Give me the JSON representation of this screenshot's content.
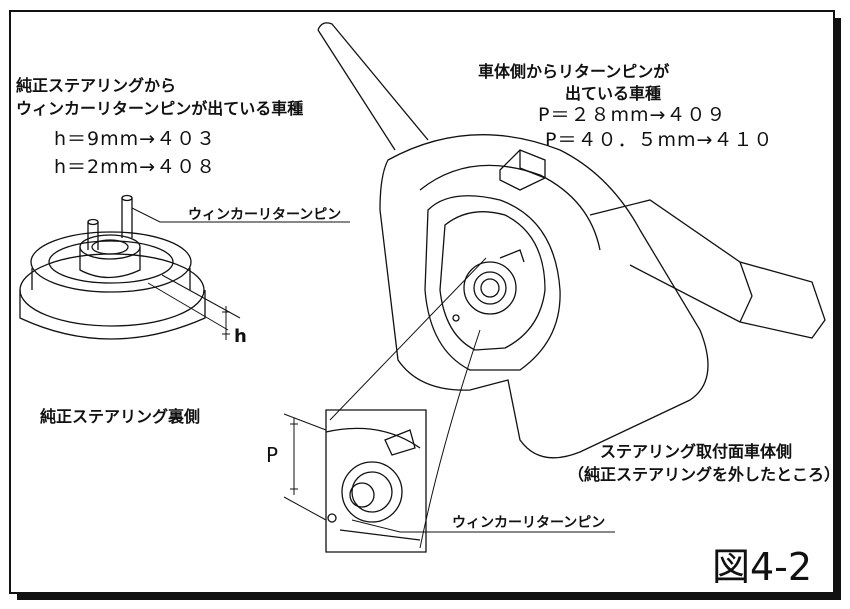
{
  "diagram": {
    "figure_label": "図4-2",
    "left_heading": {
      "line1": "純正ステアリングから",
      "line2": "ウィンカーリターンピンが出ている車種",
      "spec1": "h＝9mm→４０３",
      "spec2": "h＝2mm→４０８"
    },
    "right_heading": {
      "line1": "車体側からリターンピンが",
      "line2": "出ている車種",
      "spec1": "P＝２８mm→４０９",
      "spec2": "P＝４０．５mm→４１０"
    },
    "callouts": {
      "pin_label_top": "ウィンカーリターンピン",
      "pin_label_bottom": "ウィンカーリターンピン",
      "h_label": "h",
      "p_label": "P"
    },
    "captions": {
      "steering_back": "純正ステアリング裏側",
      "body_side_line1": "ステアリング取付面車体側",
      "body_side_line2": "（純正ステアリングを外したところ）"
    }
  }
}
